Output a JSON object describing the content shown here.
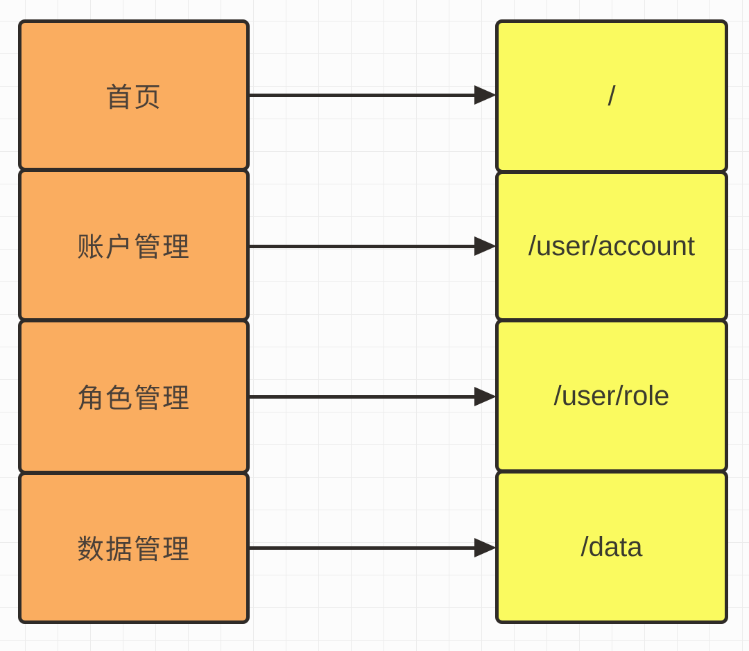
{
  "diagram": {
    "description_rows": [
      {
        "left": {
          "label": "首页"
        },
        "right": {
          "label": "/"
        }
      },
      {
        "left": {
          "label": "账户管理"
        },
        "right": {
          "label": "/user/account"
        }
      },
      {
        "left": {
          "label": "角色管理"
        },
        "right": {
          "label": "/user/role"
        }
      },
      {
        "left": {
          "label": "数据管理"
        },
        "right": {
          "label": "/data"
        }
      }
    ],
    "colors": {
      "menu_fill": "#FAAD60",
      "route_fill": "#FAFA5F",
      "stroke": "#2F2B28",
      "grid_line": "#ECECEC",
      "canvas_bg": "#FCFCFC",
      "menu_text": "#4A4038",
      "route_text": "#3A3A2E"
    }
  }
}
